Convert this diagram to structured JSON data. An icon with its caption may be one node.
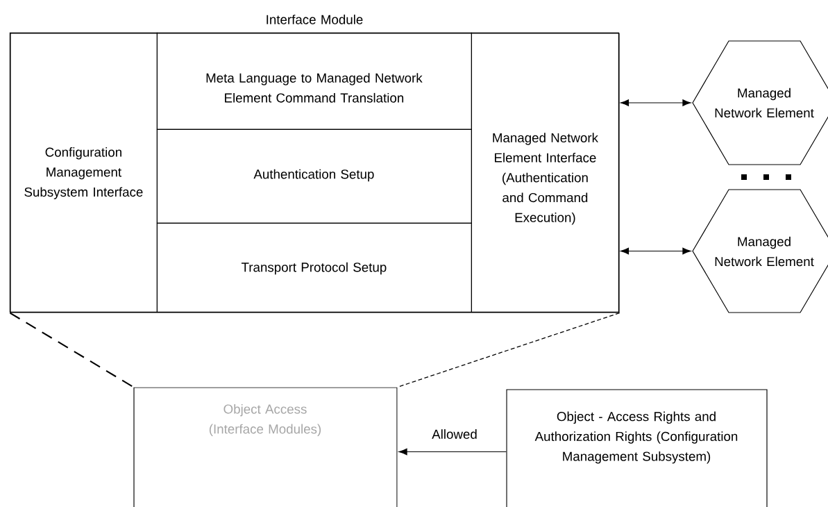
{
  "diagram": {
    "nodes": [
      {
        "text": [
          "Interface Module"
        ]
      },
      {
        "text": [
          "Configuration Management Subsystem Interface"
        ],
        "in": 0
      },
      {
        "text": [
          "Meta Language to Managed Network Element Command Translation"
        ],
        "in": 0
      },
      {
        "text": [
          "Authentication Setup"
        ],
        "in": 0
      },
      {
        "text": [
          "Transport Protocol Setup"
        ],
        "in": 0
      },
      {
        "text": [
          "Managed Network Element Interface (Authentication and Command Execution)"
        ],
        "in": 0
      },
      {
        "text": [
          "Managed Network Element"
        ]
      },
      {
        "text": [
          "Managed Network Element"
        ]
      },
      {
        "text": [
          "Object Access (Interface Modules)"
        ]
      },
      {
        "text": [
          "Object - Access Rights and Authorization Rights (Configuration Management Subsystem)"
        ]
      }
    ],
    "edges": [
      {
        "from": 5,
        "to": 6,
        "arrow": "both"
      },
      {
        "from": 5,
        "to": 7,
        "arrow": "both"
      },
      {
        "from": 9,
        "to": 8,
        "arrow": "to",
        "label": "Allowed"
      },
      {
        "from": 0,
        "to": 8,
        "arrow": "none",
        "style": "dashed"
      },
      {
        "from": 0,
        "to": 8,
        "arrow": "none",
        "style": "dashed"
      }
    ]
  }
}
